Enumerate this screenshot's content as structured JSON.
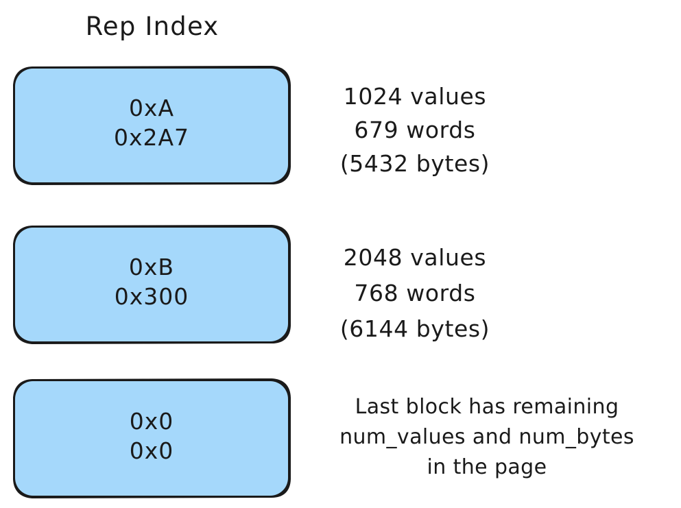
{
  "title": "Rep Index",
  "colors": {
    "block_fill": "#a5d8fb",
    "stroke": "#1a1a1a",
    "text": "#1a1a1a",
    "background": "#ffffff"
  },
  "blocks": [
    {
      "id": "block-1",
      "line1": "0xA",
      "line2": "0x2A7"
    },
    {
      "id": "block-2",
      "line1": "0xB",
      "line2": "0x300"
    },
    {
      "id": "block-3",
      "line1": "0x0",
      "line2": "0x0"
    }
  ],
  "annotations": [
    {
      "id": "annotation-1",
      "line1": "1024 values",
      "line2": "679 words",
      "line3": "(5432 bytes)"
    },
    {
      "id": "annotation-2",
      "line1": "2048 values",
      "line2": "768 words",
      "line3": "(6144 bytes)"
    },
    {
      "id": "annotation-3",
      "line1": "Last block has remaining",
      "line2": "num_values and num_bytes",
      "line3": "in the page"
    }
  ]
}
